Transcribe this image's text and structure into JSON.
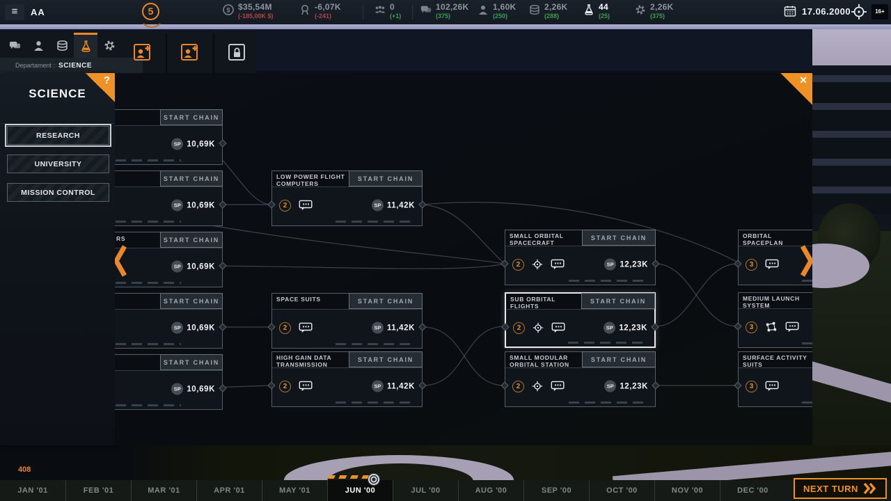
{
  "top_bar": {
    "agency_code": "AA",
    "level": "5",
    "resources": {
      "funds": {
        "value": "$35,54M",
        "delta": "(-185,00K $)"
      },
      "reputation": {
        "value": "-6,07K",
        "delta": "(-241)"
      },
      "crew": {
        "value": "0",
        "delta": "(+1)"
      },
      "support": {
        "value": "102,26K",
        "delta": "(375)"
      },
      "personnel": {
        "value": "1,60K",
        "delta": "(250)"
      },
      "materials": {
        "value": "2,26K",
        "delta": "(288)"
      },
      "science": {
        "value": "44",
        "delta": "(25)"
      },
      "engineering": {
        "value": "2,26K",
        "delta": "(375)"
      }
    },
    "date": "17.06.2000",
    "age_rating": "16+"
  },
  "toolbar": {
    "department_label": "Departament :",
    "department_value": "SCIENCE"
  },
  "science_panel": {
    "title": "SCIENCE",
    "help_label": "?",
    "buttons": {
      "research": "RESEARCH",
      "university": "UNIVERSITY",
      "mission_control": "MISSION CONTROL"
    }
  },
  "tree": {
    "start_chain_label": "START CHAIN",
    "sp_label": "SP",
    "close_label": "✕",
    "col1": {
      "cost": "10,69K",
      "fragment_title": "RS"
    },
    "col2": {
      "badge": "2",
      "cost": "11,42K",
      "nodes": [
        "LOW POWER FLIGHT COMPUTERS",
        "SPACE SUITS",
        "HIGH GAIN DATA TRANSMISSION"
      ]
    },
    "col3": {
      "badge": "2",
      "cost": "12,23K",
      "nodes": [
        "SMALL ORBITAL SPACECRAFT",
        "SUB ORBITAL FLIGHTS",
        "SMALL MODULAR ORBITAL STATION"
      ],
      "selected_node": "SUB ORBITAL FLIGHTS"
    },
    "col4": {
      "badge": "3",
      "nodes": [
        "ORBITAL SPACEPLAN",
        "MEDIUM LAUNCH SYSTEM",
        "SURFACE ACTIVITY SUITS"
      ]
    }
  },
  "timeline": {
    "turn_number": "408",
    "months": [
      "JAN '01",
      "FEB '01",
      "MAR '01",
      "APR '01",
      "MAY '01",
      "JUN '00",
      "JUL '00",
      "AUG '00",
      "SEP '00",
      "OCT '00",
      "NOV '00",
      "DEC '00"
    ],
    "active_month": "JUN '00",
    "next_turn_label": "NEXT TURN"
  },
  "colors": {
    "accent_orange": "#e8882a",
    "positive_green": "#3d9e4f",
    "negative_red": "#b5453f"
  }
}
